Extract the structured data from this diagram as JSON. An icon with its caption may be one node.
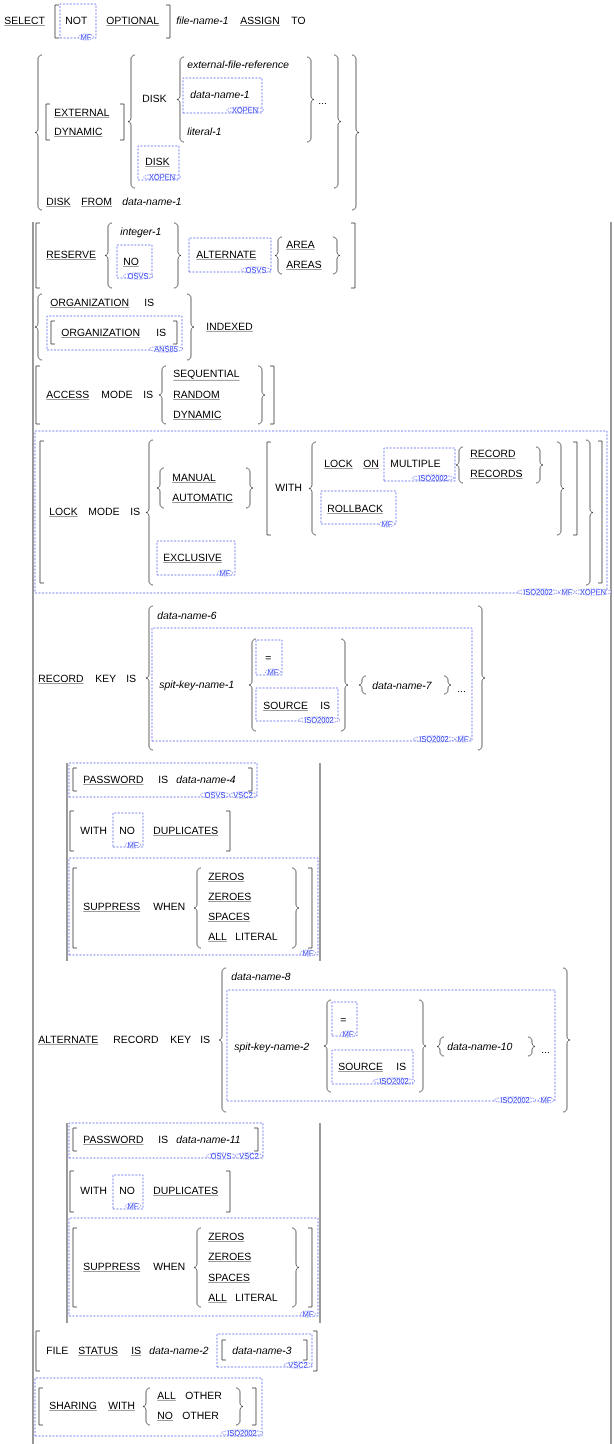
{
  "diagram": {
    "nodes": [
      {
        "text": [
          "NOT",
          "MF"
        ]
      },
      {
        "text": [
          "data-name-1",
          "XOPEN"
        ]
      },
      {
        "text": [
          "DISK",
          "XOPEN"
        ]
      },
      {
        "text": [
          "NO",
          "OSVS"
        ]
      },
      {
        "text": [
          "ALTERNATE",
          "OSVS"
        ]
      },
      {
        "text": [
          "ORGANIZATION",
          "IS",
          "ANS85"
        ]
      },
      {
        "text": [
          "LOCK",
          "MODE",
          "IS",
          "MANUAL",
          "AUTOMATIC",
          "WITH",
          "LOCK",
          "ON",
          "RECORD",
          "RECORDS",
          "ISO2002",
          "MF",
          "XOPEN"
        ]
      },
      {
        "text": [
          "MULTIPLE",
          "ISO2002"
        ],
        "in": 6
      },
      {
        "text": [
          "ROLLBACK",
          "MF"
        ],
        "in": 6
      },
      {
        "text": [
          "EXCLUSIVE",
          "MF"
        ],
        "in": 6
      },
      {
        "text": [
          "spit-key-name-1",
          "data-name-7",
          "...",
          "ISO2002",
          "MF"
        ]
      },
      {
        "text": [
          "=",
          "MF"
        ],
        "in": 10
      },
      {
        "text": [
          "SOURCE",
          "IS",
          "ISO2002"
        ],
        "in": 10
      },
      {
        "text": [
          "PASSWORD",
          "IS",
          "data-name-4",
          "OSVS",
          "VSC2"
        ]
      },
      {
        "text": [
          "NO",
          "MF"
        ]
      },
      {
        "text": [
          "SUPPRESS",
          "WHEN",
          "ZEROS",
          "ZEROES",
          "SPACES",
          "ALL",
          "LITERAL",
          "MF"
        ]
      },
      {
        "text": [
          "spit-key-name-2",
          "data-name-10",
          "...",
          "ISO2002",
          "MF"
        ]
      },
      {
        "text": [
          "=",
          "MF"
        ],
        "in": 16
      },
      {
        "text": [
          "SOURCE",
          "IS",
          "ISO2002"
        ],
        "in": 16
      },
      {
        "text": [
          "PASSWORD",
          "IS",
          "data-name-11",
          "OSVS",
          "VSC2"
        ]
      },
      {
        "text": [
          "NO",
          "MF"
        ]
      },
      {
        "text": [
          "SUPPRESS",
          "WHEN",
          "ZEROS",
          "ZEROES",
          "SPACES",
          "ALL",
          "LITERAL",
          "MF"
        ]
      },
      {
        "text": [
          "data-name-3",
          "VSC2"
        ]
      },
      {
        "text": [
          "SHARING",
          "WITH",
          "ALL",
          "OTHER",
          "NO",
          "OTHER",
          "ISO2002"
        ]
      }
    ],
    "labels": [
      "SELECT",
      "OPTIONAL",
      "file-name-1",
      "ASSIGN",
      "TO",
      "external-file-reference",
      "DISK",
      "...",
      "EXTERNAL",
      "DYNAMIC",
      "literal-1",
      "DISK",
      "FROM",
      "data-name-1",
      "integer-1",
      "RESERVE",
      "AREA",
      "AREAS",
      "ORGANIZATION",
      "IS",
      "INDEXED",
      "ACCESS",
      "MODE",
      "IS",
      "SEQUENTIAL",
      "RANDOM",
      "DYNAMIC",
      "data-name-6",
      "RECORD",
      "KEY",
      "IS",
      "WITH",
      "DUPLICATES",
      "data-name-8",
      "ALTERNATE",
      "RECORD",
      "KEY",
      "IS",
      "WITH",
      "DUPLICATES",
      "FILE",
      "STATUS",
      "IS",
      "data-name-2"
    ]
  }
}
